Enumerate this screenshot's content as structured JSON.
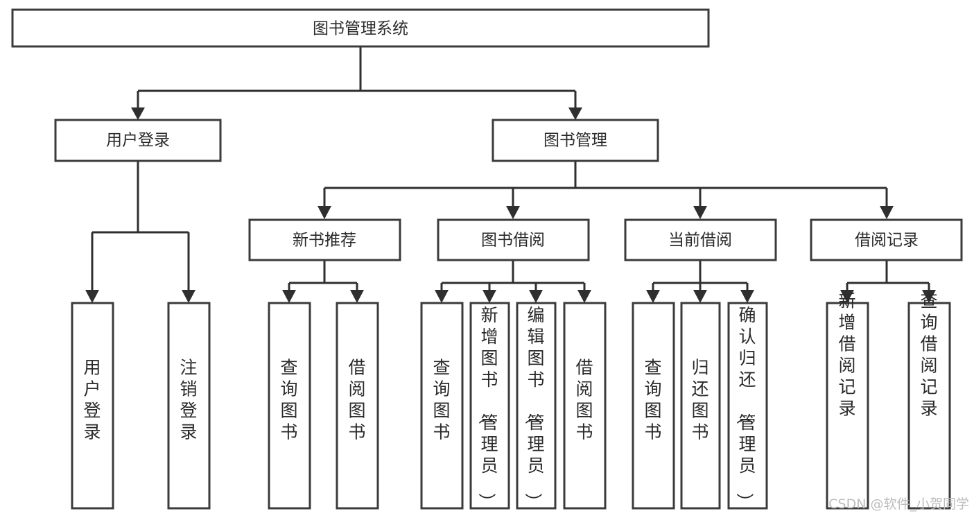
{
  "diagram": {
    "title": "图书管理系统",
    "type": "hierarchy-tree",
    "colors": {
      "box_stroke": "#3b3b3b",
      "box_fill": "#ffffff",
      "connector": "#2f2f2f",
      "text": "#2a2a2a",
      "watermark": "#bdbdbd",
      "background": "#ffffff"
    },
    "root": {
      "label": "图书管理系统"
    },
    "level2": [
      {
        "label": "用户登录"
      },
      {
        "label": "图书管理"
      }
    ],
    "level3": [
      {
        "label": "新书推荐"
      },
      {
        "label": "图书借阅"
      },
      {
        "label": "当前借阅"
      },
      {
        "label": "借阅记录"
      }
    ],
    "leaves": {
      "user_login": [
        {
          "label": "用户登录"
        },
        {
          "label": "注销登录"
        }
      ],
      "new_book_recommend": [
        {
          "label": "查询图书"
        },
        {
          "label": "借阅图书"
        }
      ],
      "book_borrow": [
        {
          "label": "查询图书"
        },
        {
          "label": "新增图书（管理员）"
        },
        {
          "label": "编辑图书（管理员）"
        },
        {
          "label": "借阅图书"
        }
      ],
      "current_borrow": [
        {
          "label": "查询图书"
        },
        {
          "label": "归还图书"
        },
        {
          "label": "确认归还（管理员）"
        }
      ],
      "borrow_record": [
        {
          "label": "新增借阅记录"
        },
        {
          "label": "查询借阅记录"
        }
      ]
    },
    "watermark": "CSDN @软件_小贺同学"
  }
}
